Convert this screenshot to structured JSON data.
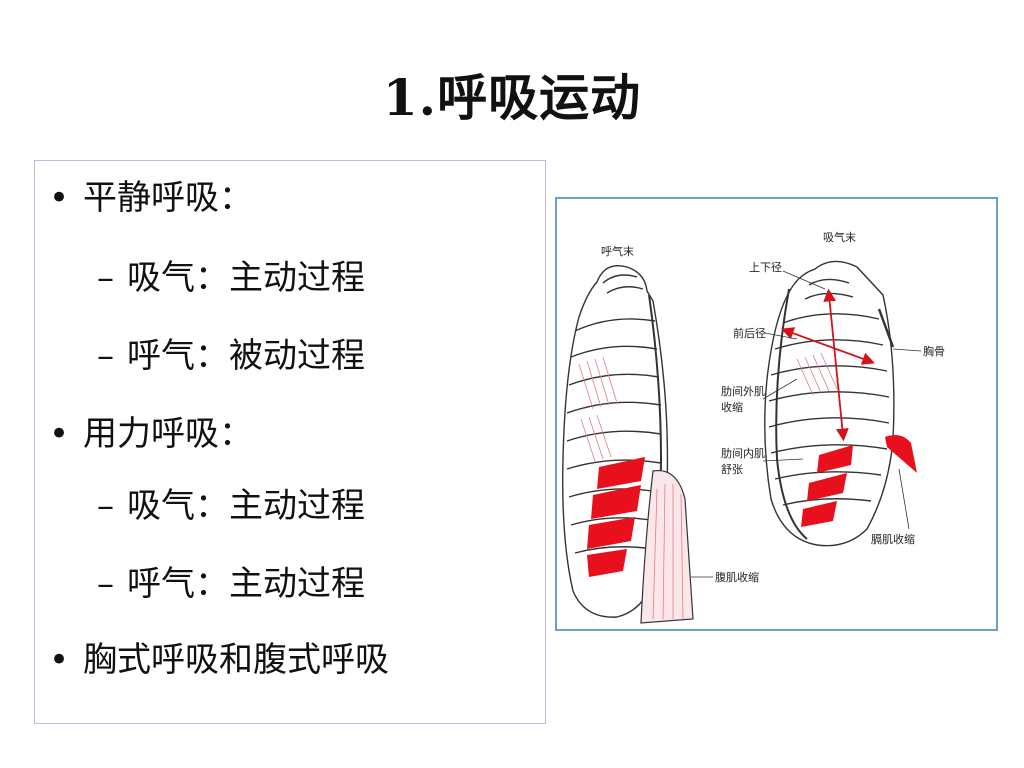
{
  "slide": {
    "title": "1.呼吸运动",
    "bullets": [
      {
        "level": 1,
        "marker": "•",
        "text": "平静呼吸："
      },
      {
        "level": 2,
        "marker": "–",
        "text": "吸气：主动过程"
      },
      {
        "level": 2,
        "marker": "–",
        "text": "呼气：被动过程"
      },
      {
        "level": 1,
        "marker": "•",
        "text": "用力呼吸："
      },
      {
        "level": 2,
        "marker": "–",
        "text": "吸气：主动过程"
      },
      {
        "level": 2,
        "marker": "–",
        "text": "呼气：主动过程"
      },
      {
        "level": 1,
        "marker": "•",
        "text": "胸式呼吸和腹式呼吸"
      }
    ]
  },
  "diagram": {
    "labels": {
      "exhale_end": "呼气末",
      "inhale_end": "吸气末",
      "vertical_diameter": "上下径",
      "ap_diameter": "前后径",
      "sternum": "胸骨",
      "external_intercostal_1": "肋间外肌",
      "external_intercostal_2": "收缩",
      "internal_intercostal_1": "肋间内肌",
      "internal_intercostal_2": "舒张",
      "diaphragm": "膈肌收缩",
      "abdominal": "腹肌收缩"
    },
    "colors": {
      "muscle_red": "#e8101c",
      "arrow_red": "#d8101a",
      "bone_outline": "#333333",
      "frame_blue": "#6a9fd4",
      "text_box_border": "#c8b6de"
    }
  }
}
